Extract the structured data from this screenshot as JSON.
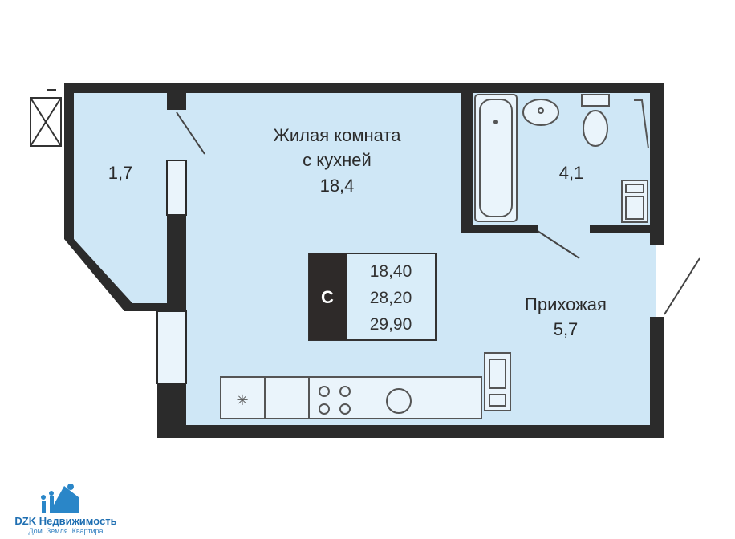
{
  "rooms": {
    "living": {
      "title_line1": "Жилая комната",
      "title_line2": "с кухней",
      "area": "18,4"
    },
    "balcony": {
      "area": "1,7"
    },
    "bathroom": {
      "area": "4,1"
    },
    "hallway": {
      "title": "Прихожая",
      "area": "5,7"
    }
  },
  "summary": {
    "type_letter": "C",
    "living_area": "18,40",
    "total_area": "28,20",
    "total_with_balcony": "29,90"
  },
  "logo": {
    "name": "DZK Недвижимость",
    "tagline": "Дом. Земля. Квартира"
  },
  "colors": {
    "floor": "#cfe7f6",
    "wall": "#2b2b2b",
    "brand": "#1f6fb2"
  }
}
